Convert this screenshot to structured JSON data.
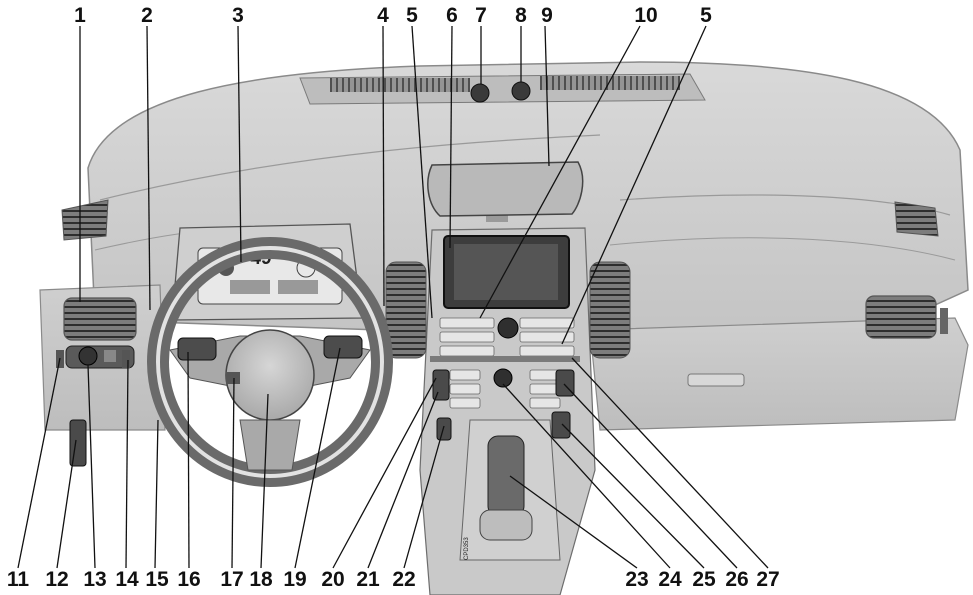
{
  "diagram": {
    "callouts_top": [
      "1",
      "2",
      "3",
      "4",
      "5",
      "6",
      "7",
      "8",
      "9",
      "10",
      "5"
    ],
    "callouts_bottom": [
      "11",
      "12",
      "13",
      "14",
      "15",
      "16",
      "17",
      "18",
      "19",
      "20",
      "21",
      "22",
      "23",
      "24",
      "25",
      "26",
      "27"
    ],
    "cluster_speed": "49",
    "console_code": "CPD353"
  }
}
